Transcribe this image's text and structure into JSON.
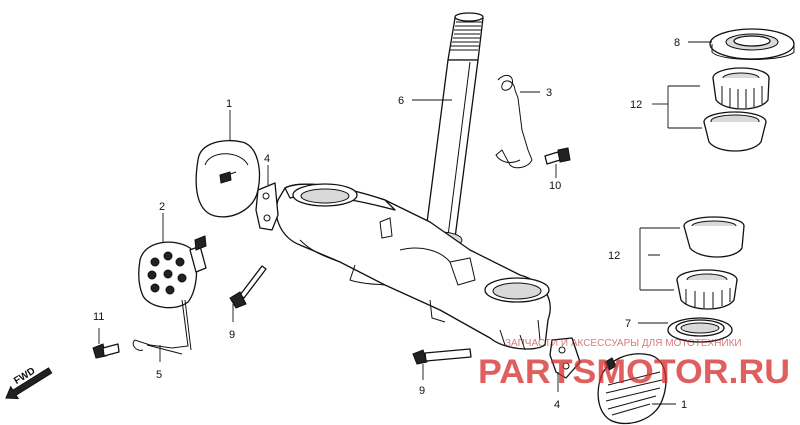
{
  "diagram": {
    "callouts": [
      {
        "id": "c1-top",
        "label": "1"
      },
      {
        "id": "c1-bottom",
        "label": "1"
      },
      {
        "id": "c2",
        "label": "2"
      },
      {
        "id": "c3",
        "label": "3"
      },
      {
        "id": "c4-top",
        "label": "4"
      },
      {
        "id": "c4-bottom",
        "label": "4"
      },
      {
        "id": "c5",
        "label": "5"
      },
      {
        "id": "c6",
        "label": "6"
      },
      {
        "id": "c7",
        "label": "7"
      },
      {
        "id": "c8",
        "label": "8"
      },
      {
        "id": "c9-left",
        "label": "9"
      },
      {
        "id": "c9-bottom",
        "label": "9"
      },
      {
        "id": "c10",
        "label": "10"
      },
      {
        "id": "c11",
        "label": "11"
      },
      {
        "id": "c12-top",
        "label": "12"
      },
      {
        "id": "c12-bottom",
        "label": "12"
      }
    ],
    "fwd_label": "FWD"
  },
  "watermark": {
    "text": "PARTSMOTOR.RU",
    "subtext": "ЗАПЧАСТИ И АКСЕССУАРЫ ДЛЯ МОТОТЕХНИКИ",
    "color": "#d42a2a"
  }
}
